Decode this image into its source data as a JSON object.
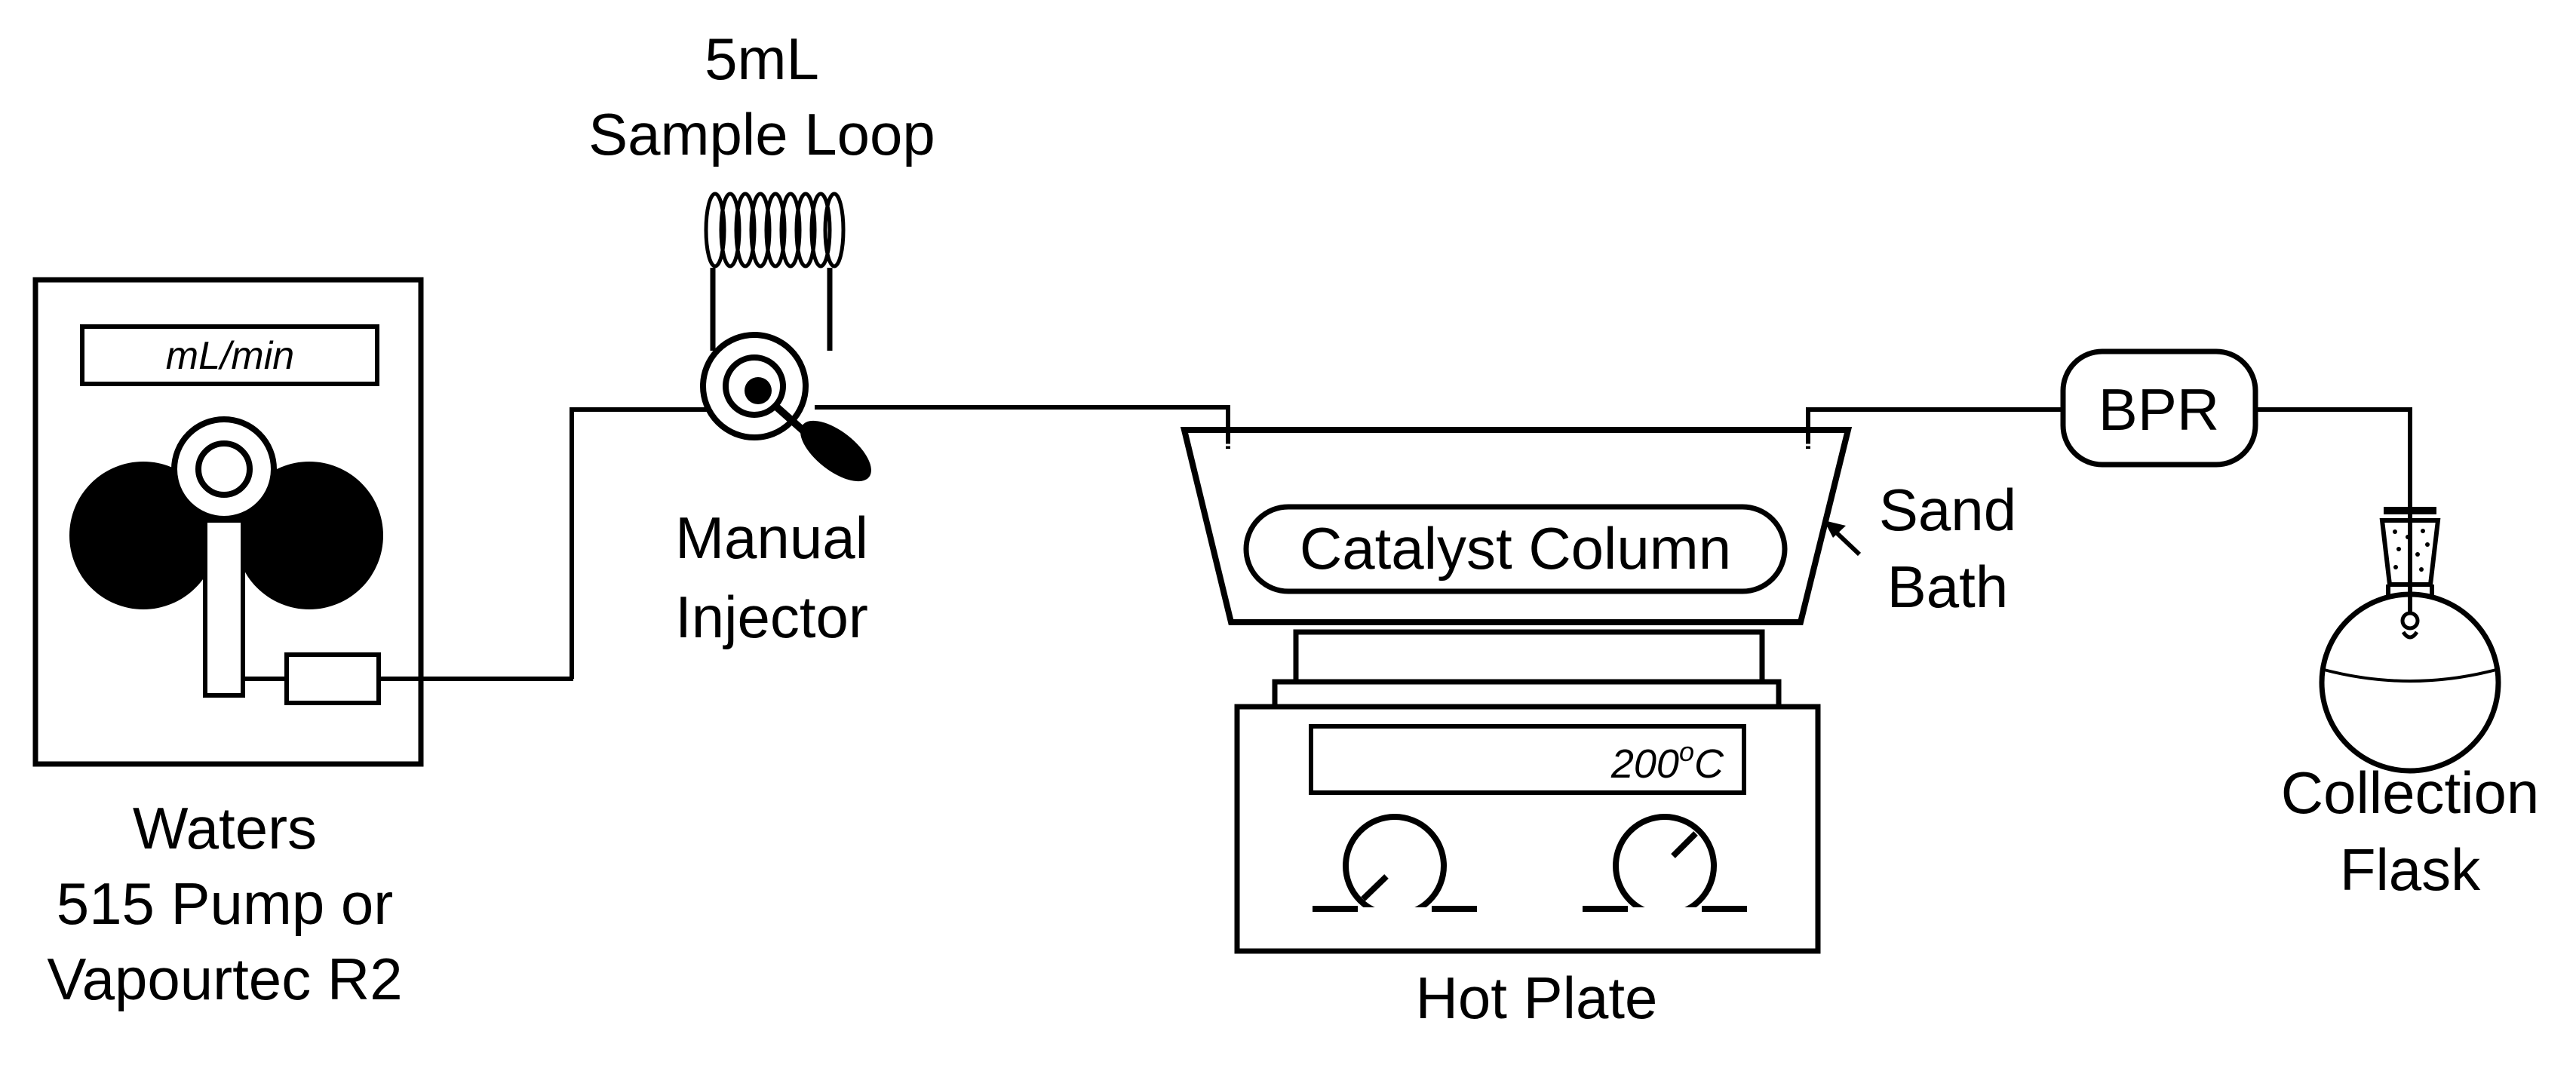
{
  "labels": {
    "pump_display": "mL/min",
    "pump_line1": "Waters",
    "pump_line2": "515 Pump or",
    "pump_line3": "Vapourtec R2",
    "loop_line1": "5mL",
    "loop_line2": "Sample Loop",
    "injector_line1": "Manual",
    "injector_line2": "Injector",
    "column": "Catalyst Column",
    "sandbath_line1": "Sand",
    "sandbath_line2": "Bath",
    "hotplate_temp_value": "200",
    "hotplate_temp_degree": "o",
    "hotplate_temp_unit": "C",
    "hotplate": "Hot Plate",
    "bpr": "BPR",
    "flask_line1": "Collection",
    "flask_line2": "Flask"
  },
  "colors": {
    "ink": "#000000",
    "paper": "#ffffff"
  }
}
